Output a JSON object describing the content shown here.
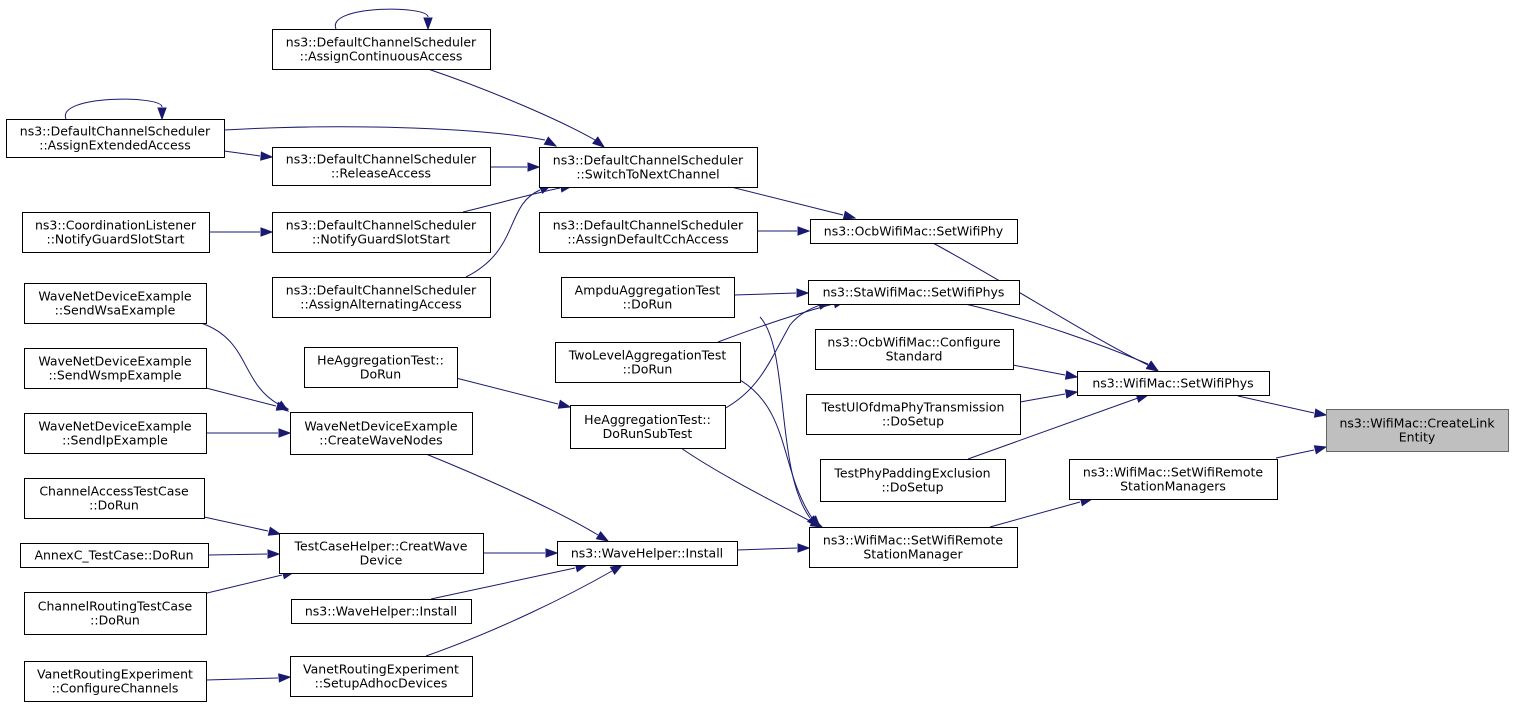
{
  "graph": {
    "edge_color": "#191970",
    "root_fill": "#bfbfbf",
    "nodes": [
      {
        "id": "root",
        "lines": [
          "ns3::WifiMac::CreateLink",
          "Entity"
        ],
        "highlight": true
      },
      {
        "id": "setWifiPhys",
        "lines": [
          "ns3::WifiMac::SetWifiPhys"
        ]
      },
      {
        "id": "setWifiRemoteStationManagers",
        "lines": [
          "ns3::WifiMac::SetWifiRemote",
          "StationManagers"
        ]
      },
      {
        "id": "ocbSetWifiPhy",
        "lines": [
          "ns3::OcbWifiMac::SetWifiPhy"
        ]
      },
      {
        "id": "staSetWifiPhys",
        "lines": [
          "ns3::StaWifiMac::SetWifiPhys"
        ]
      },
      {
        "id": "ocbConfigureStandard",
        "lines": [
          "ns3::OcbWifiMac::Configure",
          "Standard"
        ]
      },
      {
        "id": "testUlOfdma",
        "lines": [
          "TestUlOfdmaPhyTransmission",
          "::DoSetup"
        ]
      },
      {
        "id": "testPhyPadding",
        "lines": [
          "TestPhyPaddingExclusion",
          "::DoSetup"
        ]
      },
      {
        "id": "setWifiRemoteStationManager",
        "lines": [
          "ns3::WifiMac::SetWifiRemote",
          "StationManager"
        ]
      },
      {
        "id": "switchToNextChannel",
        "lines": [
          "ns3::DefaultChannelScheduler",
          "::SwitchToNextChannel"
        ]
      },
      {
        "id": "assignDefaultCch",
        "lines": [
          "ns3::DefaultChannelScheduler",
          "::AssignDefaultCchAccess"
        ]
      },
      {
        "id": "ampduDoRun",
        "lines": [
          "AmpduAggregationTest",
          "::DoRun"
        ]
      },
      {
        "id": "twoLevelDoRun",
        "lines": [
          "TwoLevelAggregationTest",
          "::DoRun"
        ]
      },
      {
        "id": "heDoRunSubTest",
        "lines": [
          "HeAggregationTest::",
          "DoRunSubTest"
        ]
      },
      {
        "id": "heDoRun",
        "lines": [
          "HeAggregationTest::",
          "DoRun"
        ]
      },
      {
        "id": "waveHelperInstall1",
        "lines": [
          "ns3::WaveHelper::Install"
        ]
      },
      {
        "id": "waveHelperInstall2",
        "lines": [
          "ns3::WaveHelper::Install"
        ]
      },
      {
        "id": "assignContinuous",
        "lines": [
          "ns3::DefaultChannelScheduler",
          "::AssignContinuousAccess"
        ]
      },
      {
        "id": "assignExtended",
        "lines": [
          "ns3::DefaultChannelScheduler",
          "::AssignExtendedAccess"
        ]
      },
      {
        "id": "releaseAccess",
        "lines": [
          "ns3::DefaultChannelScheduler",
          "::ReleaseAccess"
        ]
      },
      {
        "id": "notifyGuardSched",
        "lines": [
          "ns3::DefaultChannelScheduler",
          "::NotifyGuardSlotStart"
        ]
      },
      {
        "id": "notifyGuardCoord",
        "lines": [
          "ns3::CoordinationListener",
          "::NotifyGuardSlotStart"
        ]
      },
      {
        "id": "assignAlternating",
        "lines": [
          "ns3::DefaultChannelScheduler",
          "::AssignAlternatingAccess"
        ]
      },
      {
        "id": "createWaveNodes",
        "lines": [
          "WaveNetDeviceExample",
          "::CreateWaveNodes"
        ]
      },
      {
        "id": "sendWsa",
        "lines": [
          "WaveNetDeviceExample",
          "::SendWsaExample"
        ]
      },
      {
        "id": "sendWsmp",
        "lines": [
          "WaveNetDeviceExample",
          "::SendWsmpExample"
        ]
      },
      {
        "id": "sendIp",
        "lines": [
          "WaveNetDeviceExample",
          "::SendIpExample"
        ]
      },
      {
        "id": "creatWaveDevice",
        "lines": [
          "TestCaseHelper::CreatWave",
          "Device"
        ]
      },
      {
        "id": "channelAccessDoRun",
        "lines": [
          "ChannelAccessTestCase",
          "::DoRun"
        ]
      },
      {
        "id": "annexCDoRun",
        "lines": [
          "AnnexC_TestCase::DoRun"
        ]
      },
      {
        "id": "channelRoutingDoRun",
        "lines": [
          "ChannelRoutingTestCase",
          "::DoRun"
        ]
      },
      {
        "id": "setupAdhoc",
        "lines": [
          "VanetRoutingExperiment",
          "::SetupAdhocDevices"
        ]
      },
      {
        "id": "configureChannels",
        "lines": [
          "VanetRoutingExperiment",
          "::ConfigureChannels"
        ]
      }
    ],
    "edges": [
      {
        "from": "setWifiPhys",
        "to": "root"
      },
      {
        "from": "setWifiRemoteStationManagers",
        "to": "root"
      },
      {
        "from": "ocbSetWifiPhy",
        "to": "setWifiPhys"
      },
      {
        "from": "staSetWifiPhys",
        "to": "setWifiPhys"
      },
      {
        "from": "ocbConfigureStandard",
        "to": "setWifiPhys"
      },
      {
        "from": "testUlOfdma",
        "to": "setWifiPhys"
      },
      {
        "from": "testPhyPadding",
        "to": "setWifiPhys"
      },
      {
        "from": "setWifiRemoteStationManager",
        "to": "setWifiRemoteStationManagers"
      },
      {
        "from": "switchToNextChannel",
        "to": "ocbSetWifiPhy"
      },
      {
        "from": "assignDefaultCch",
        "to": "ocbSetWifiPhy"
      },
      {
        "from": "ampduDoRun",
        "to": "staSetWifiPhys"
      },
      {
        "from": "twoLevelDoRun",
        "to": "staSetWifiPhys"
      },
      {
        "from": "heDoRunSubTest",
        "to": "staSetWifiPhys"
      },
      {
        "from": "ampduDoRun",
        "to": "setWifiRemoteStationManager"
      },
      {
        "from": "twoLevelDoRun",
        "to": "setWifiRemoteStationManager"
      },
      {
        "from": "heDoRunSubTest",
        "to": "setWifiRemoteStationManager"
      },
      {
        "from": "waveHelperInstall1",
        "to": "setWifiRemoteStationManager"
      },
      {
        "from": "heDoRun",
        "to": "heDoRunSubTest"
      },
      {
        "from": "assignContinuous",
        "to": "switchToNextChannel"
      },
      {
        "from": "assignExtended",
        "to": "switchToNextChannel"
      },
      {
        "from": "releaseAccess",
        "to": "switchToNextChannel"
      },
      {
        "from": "notifyGuardSched",
        "to": "switchToNextChannel"
      },
      {
        "from": "assignAlternating",
        "to": "switchToNextChannel"
      },
      {
        "from": "assignContinuous",
        "to": "assignContinuous"
      },
      {
        "from": "assignExtended",
        "to": "assignExtended"
      },
      {
        "from": "assignExtended",
        "to": "releaseAccess"
      },
      {
        "from": "notifyGuardCoord",
        "to": "notifyGuardSched"
      },
      {
        "from": "createWaveNodes",
        "to": "waveHelperInstall1"
      },
      {
        "from": "creatWaveDevice",
        "to": "waveHelperInstall1"
      },
      {
        "from": "waveHelperInstall2",
        "to": "waveHelperInstall1"
      },
      {
        "from": "setupAdhoc",
        "to": "waveHelperInstall1"
      },
      {
        "from": "sendWsa",
        "to": "createWaveNodes"
      },
      {
        "from": "sendWsmp",
        "to": "createWaveNodes"
      },
      {
        "from": "sendIp",
        "to": "createWaveNodes"
      },
      {
        "from": "channelAccessDoRun",
        "to": "creatWaveDevice"
      },
      {
        "from": "annexCDoRun",
        "to": "creatWaveDevice"
      },
      {
        "from": "channelRoutingDoRun",
        "to": "creatWaveDevice"
      },
      {
        "from": "configureChannels",
        "to": "setupAdhoc"
      }
    ]
  }
}
